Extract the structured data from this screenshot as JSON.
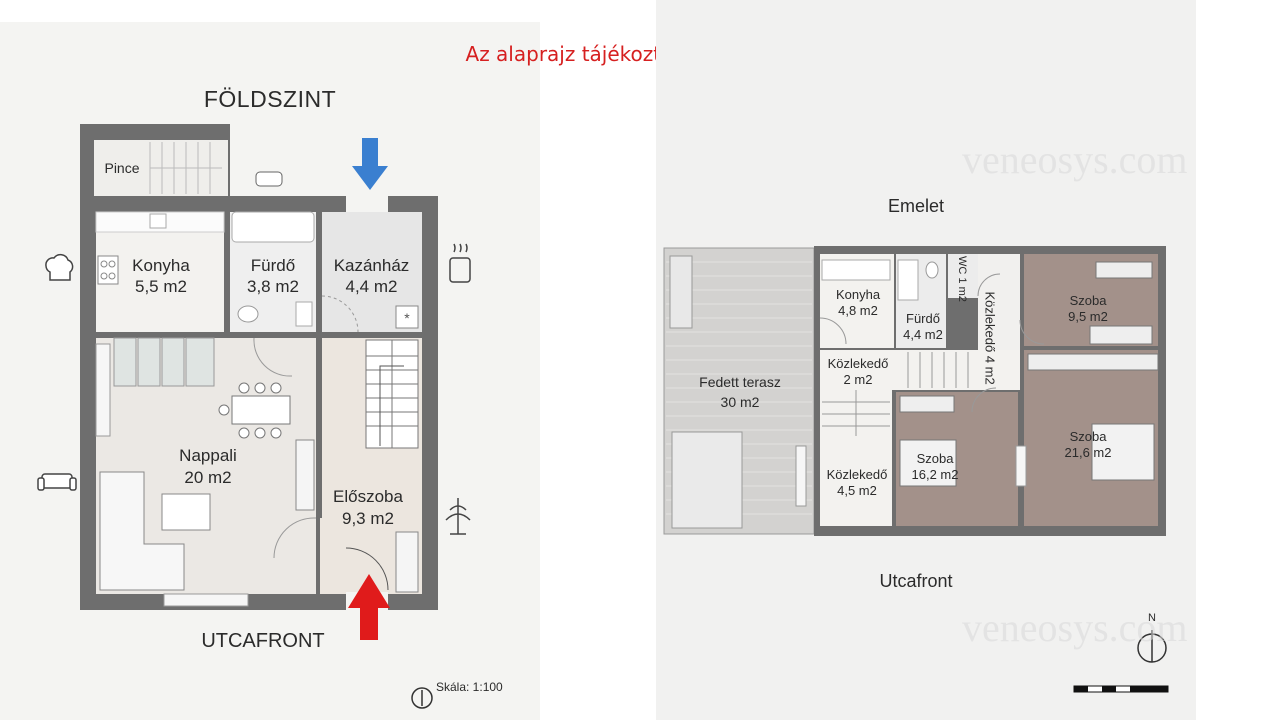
{
  "notice": "Az alaprajz tájékoztató jellegű!",
  "ground": {
    "title": "FÖLDSZINT",
    "street": "UTCAFRONT",
    "scale": "Skála: 1:100",
    "rooms": [
      {
        "name": "Pince",
        "area": ""
      },
      {
        "name": "Konyha",
        "area": "5,5 m2"
      },
      {
        "name": "Fürdő",
        "area": "3,8 m2"
      },
      {
        "name": "Kazánház",
        "area": "4,4 m2"
      },
      {
        "name": "Nappali",
        "area": "20 m2"
      },
      {
        "name": "Előszoba",
        "area": "9,3 m2"
      }
    ]
  },
  "upper": {
    "title": "Emelet",
    "street": "Utcafront",
    "north": "N",
    "watermark": "veneosys.com",
    "rooms": [
      {
        "name": "Fedett terasz",
        "area": "30 m2"
      },
      {
        "name": "Konyha",
        "area": "4,8 m2"
      },
      {
        "name": "Fürdő",
        "area": "4,4 m2"
      },
      {
        "name": "WC",
        "area": "1 m2"
      },
      {
        "name": "Közlekedő",
        "area": "4 m2"
      },
      {
        "name": "Közlekedő",
        "area": "2 m2"
      },
      {
        "name": "Közlekedő",
        "area": "4,5 m2"
      },
      {
        "name": "Szoba",
        "area": "9,5 m2"
      },
      {
        "name": "Szoba",
        "area": "16,2 m2"
      },
      {
        "name": "Szoba",
        "area": "21,6 m2"
      }
    ]
  },
  "colors": {
    "wall": "#6e6e6e",
    "floor": "#f3f2ef",
    "wood": "#a3918a",
    "entry_arrow": "#e01b1b",
    "side_arrow": "#3a7fd0",
    "notice": "#d62020"
  }
}
